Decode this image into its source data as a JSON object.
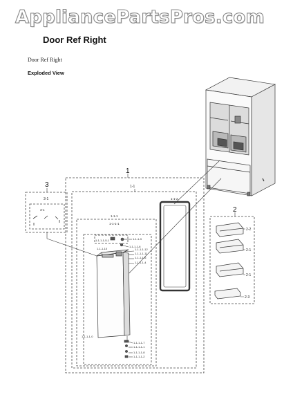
{
  "watermark": "AppliancePartsPros.com",
  "title": "Door Ref Right",
  "subtitle": "Door Ref Right",
  "view_label": "Exploded View",
  "diagram": {
    "group_numbers": [
      "1",
      "2",
      "3"
    ],
    "assembly_labels": {
      "a1_1": "1-1",
      "a3_1": "3-1",
      "a3_1_inner": "3-1",
      "a1_1_1": "1-1-1",
      "a1_1_1_1": "1-1-1-1",
      "gasket": "1-1-2"
    },
    "door_parts": [
      "1-1-1-3",
      "1-1-1-1-5-1",
      "1-1-1-1-6",
      "1-1-1-10",
      "1-1-1-1-12",
      "1-1-1-1-11",
      "1-1-1-1-6",
      "1-1-1-1-4",
      "1-1-1-1-0"
    ],
    "bottom_parts": [
      "1-1-1-1-7",
      "1-1-1-1-1",
      "1-1-1-1-8",
      "1-1-1-1-2"
    ],
    "bins": [
      "2-2",
      "2-1",
      "2-1",
      "2-3"
    ]
  }
}
